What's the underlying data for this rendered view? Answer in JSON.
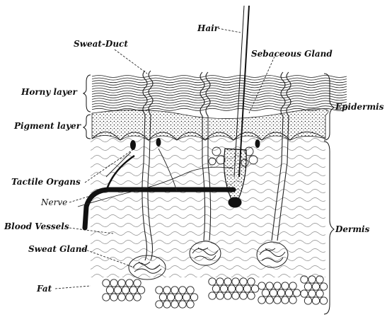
{
  "figure": {
    "labels": {
      "hair": "Hair",
      "sweat_duct": "Sweat-Duct",
      "sebaceous_gland": "Sebaceous Gland",
      "horny_layer": "Horny layer",
      "pigment_layer": "Pigment layer",
      "epidermis": "Epidermis",
      "tactile_organs": "Tactile Organs",
      "nerve": "Nerve",
      "blood_vessels": "Blood Vessels",
      "dermis": "Dermis",
      "sweat_gland": "Sweat Gland",
      "fat": "Fat"
    },
    "colors": {
      "ink": "#111111",
      "paper": "#ffffff"
    }
  }
}
